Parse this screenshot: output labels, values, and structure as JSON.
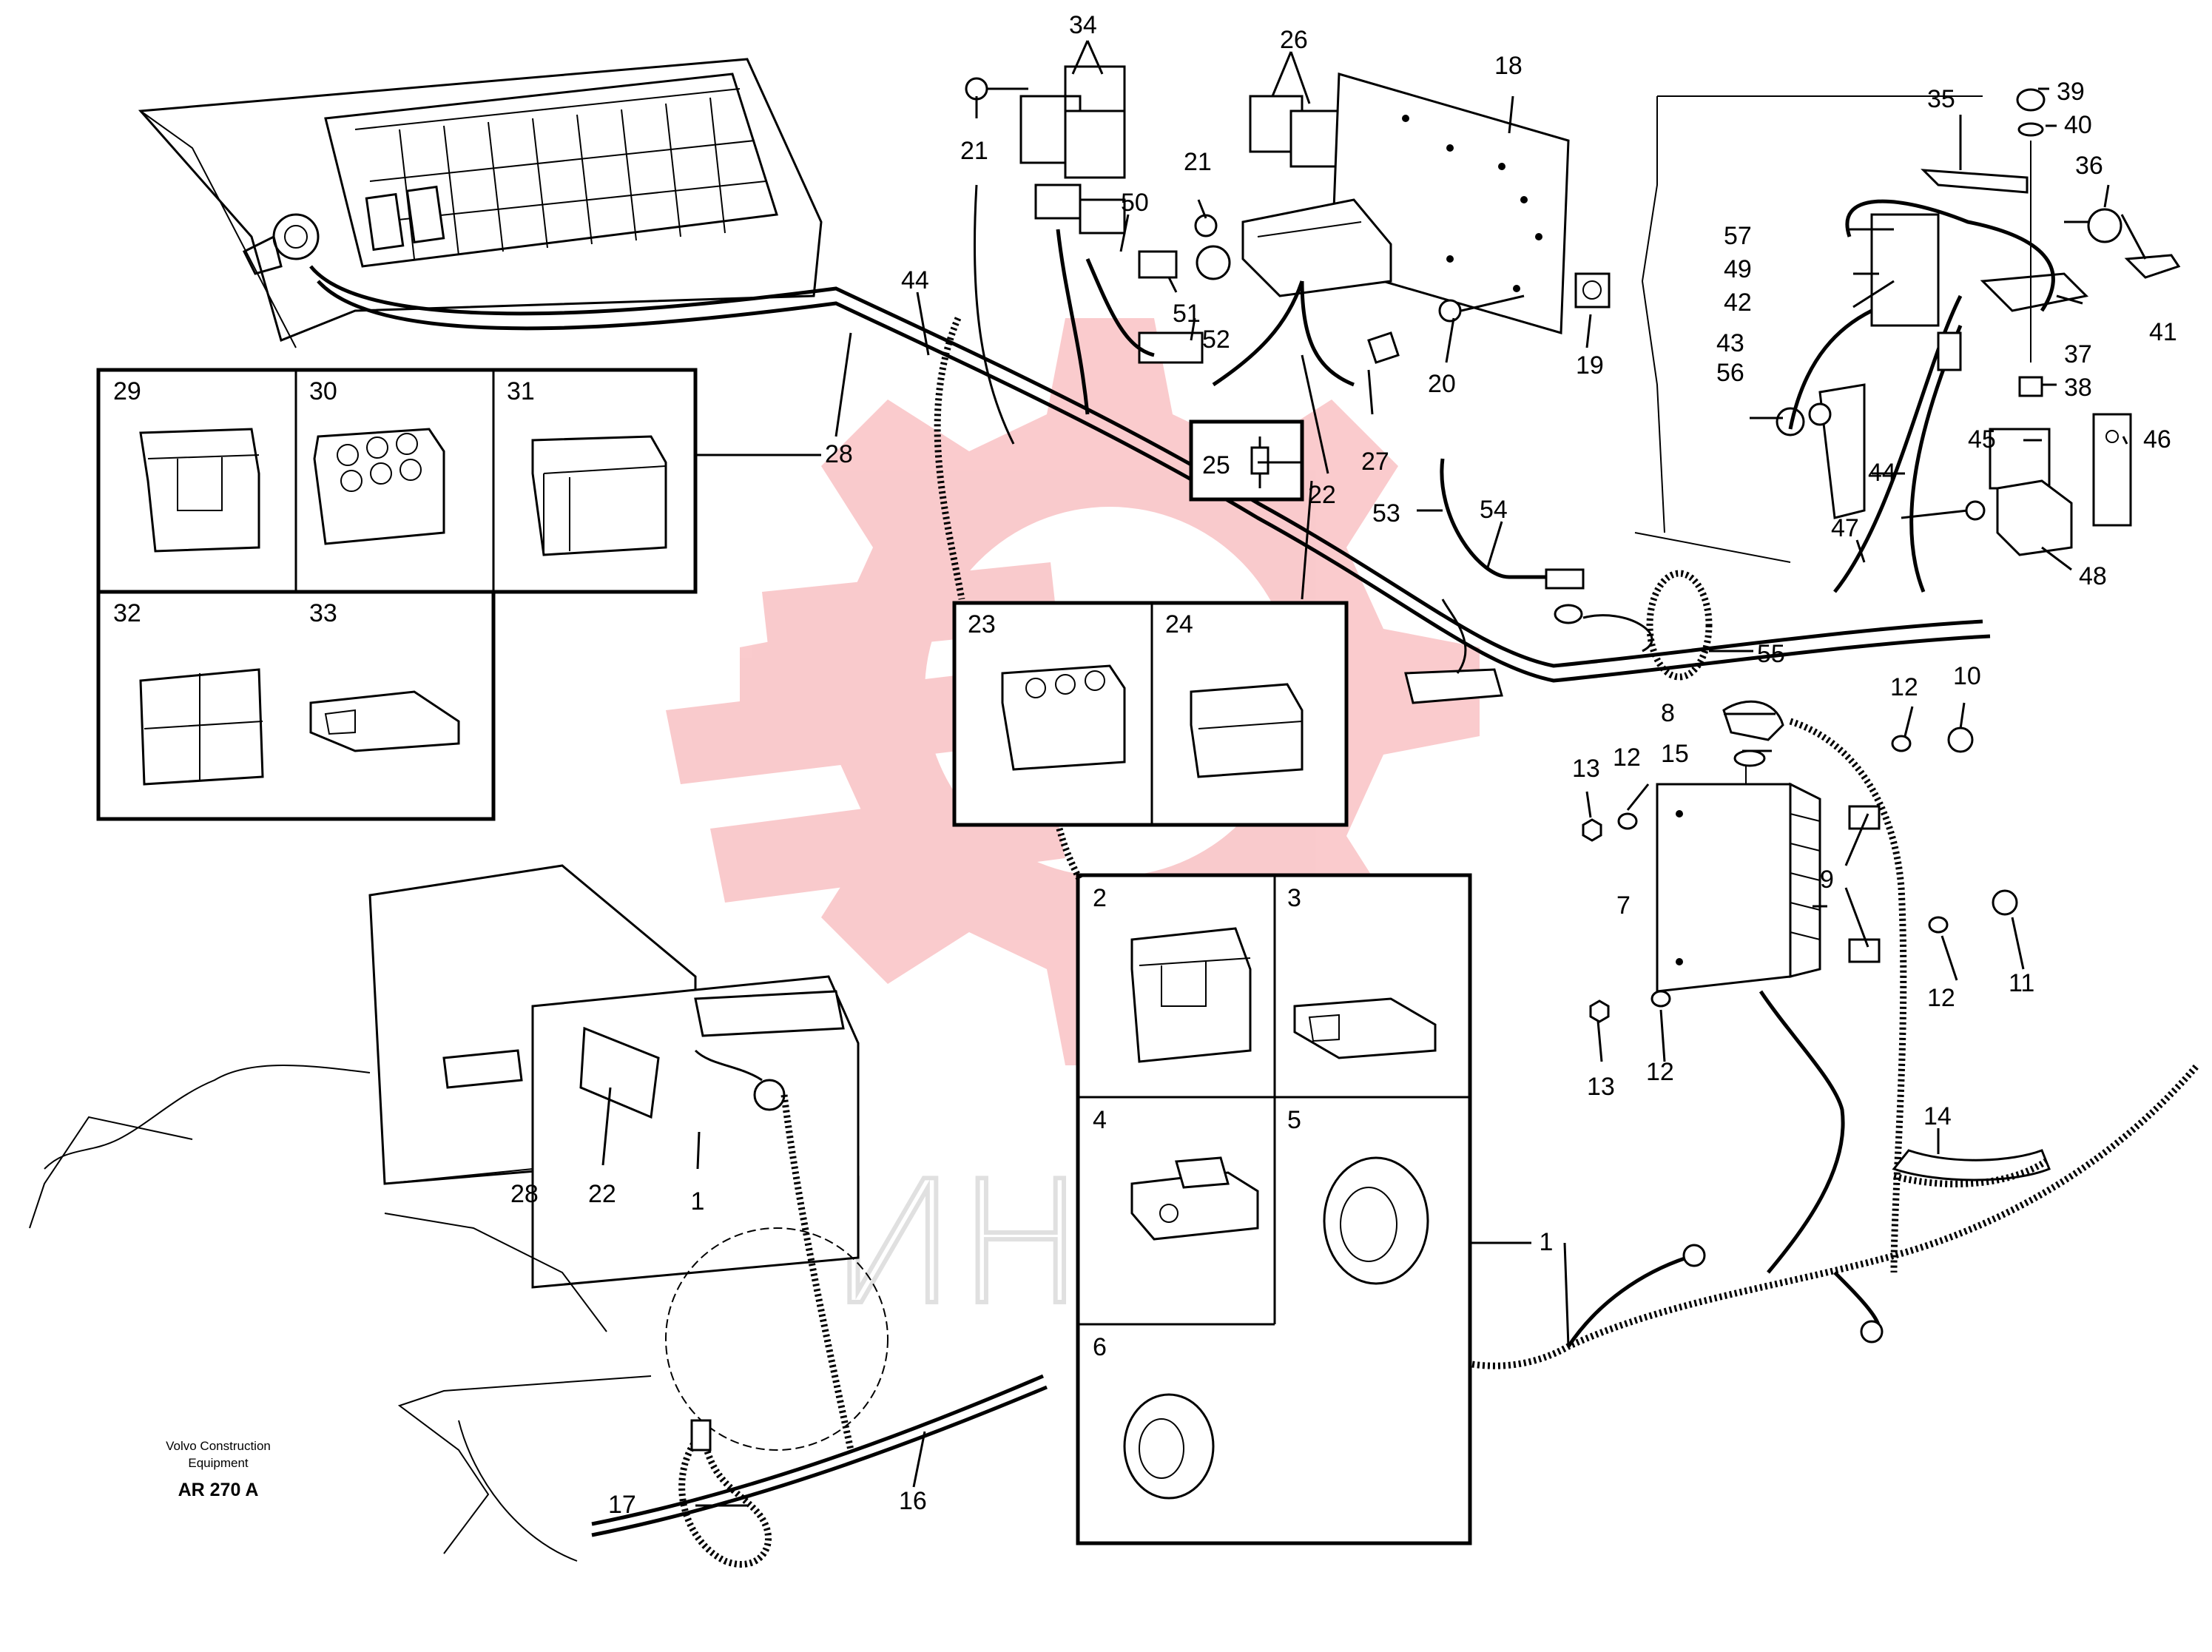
{
  "credit": {
    "line1": "Volvo Construction",
    "line2": "Equipment",
    "code": "AR 270 A"
  },
  "watermark": {
    "text": "ИНТЕХ",
    "color": "#e8121b"
  },
  "callouts": {
    "c1a": "1",
    "c1b": "1",
    "c2": "2",
    "c3": "3",
    "c4": "4",
    "c5": "5",
    "c6": "6",
    "c7": "7",
    "c8": "8",
    "c9": "9",
    "c10": "10",
    "c11": "11",
    "c12a": "12",
    "c12b": "12",
    "c12c": "12",
    "c12d": "12",
    "c13a": "13",
    "c13b": "13",
    "c14": "14",
    "c15": "15",
    "c16": "16",
    "c17": "17",
    "c18": "18",
    "c19": "19",
    "c20": "20",
    "c21a": "21",
    "c21b": "21",
    "c22a": "22",
    "c22b": "22",
    "c23": "23",
    "c24": "24",
    "c25": "25",
    "c26": "26",
    "c27": "27",
    "c28a": "28",
    "c28b": "28",
    "c29": "29",
    "c30": "30",
    "c31": "31",
    "c32": "32",
    "c33": "33",
    "c34": "34",
    "c35": "35",
    "c36": "36",
    "c37": "37",
    "c38": "38",
    "c39": "39",
    "c40": "40",
    "c41": "41",
    "c42": "42",
    "c43": "43",
    "c44a": "44",
    "c44b": "44",
    "c45": "45",
    "c46": "46",
    "c47": "47",
    "c48": "48",
    "c49": "49",
    "c50": "50",
    "c51": "51",
    "c52": "52",
    "c53": "53",
    "c54": "54",
    "c55": "55",
    "c56": "56",
    "c57": "57"
  }
}
